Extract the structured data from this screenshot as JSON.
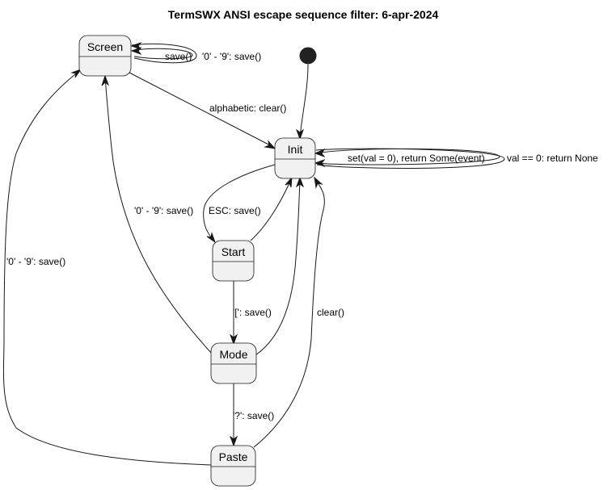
{
  "diagram": {
    "title": "TermSWX ANSI escape sequence filter: 6-apr-2024",
    "type": "state-machine",
    "states": {
      "screen": "Screen",
      "init": "Init",
      "start": "Start",
      "mode": "Mode",
      "paste": "Paste"
    },
    "transitions": {
      "screen_self_1": "save()",
      "screen_self_2": "'0' - '9': save()",
      "screen_to_init": "alphabetic: clear()",
      "init_self_1": "set(val = 0), return Some(event)",
      "init_self_2": "val == 0: return None",
      "init_to_start": "ESC: save()",
      "mode_to_screen": "'0' - '9': save()",
      "paste_to_screen": "'0' - '9': save()",
      "start_to_mode": "'[': save()",
      "paste_to_init": "clear()",
      "mode_to_paste": "'?': save()"
    },
    "colors": {
      "state_fill": "#f1f1f1",
      "stroke": "#181818",
      "initial_dot": "#222222"
    }
  }
}
